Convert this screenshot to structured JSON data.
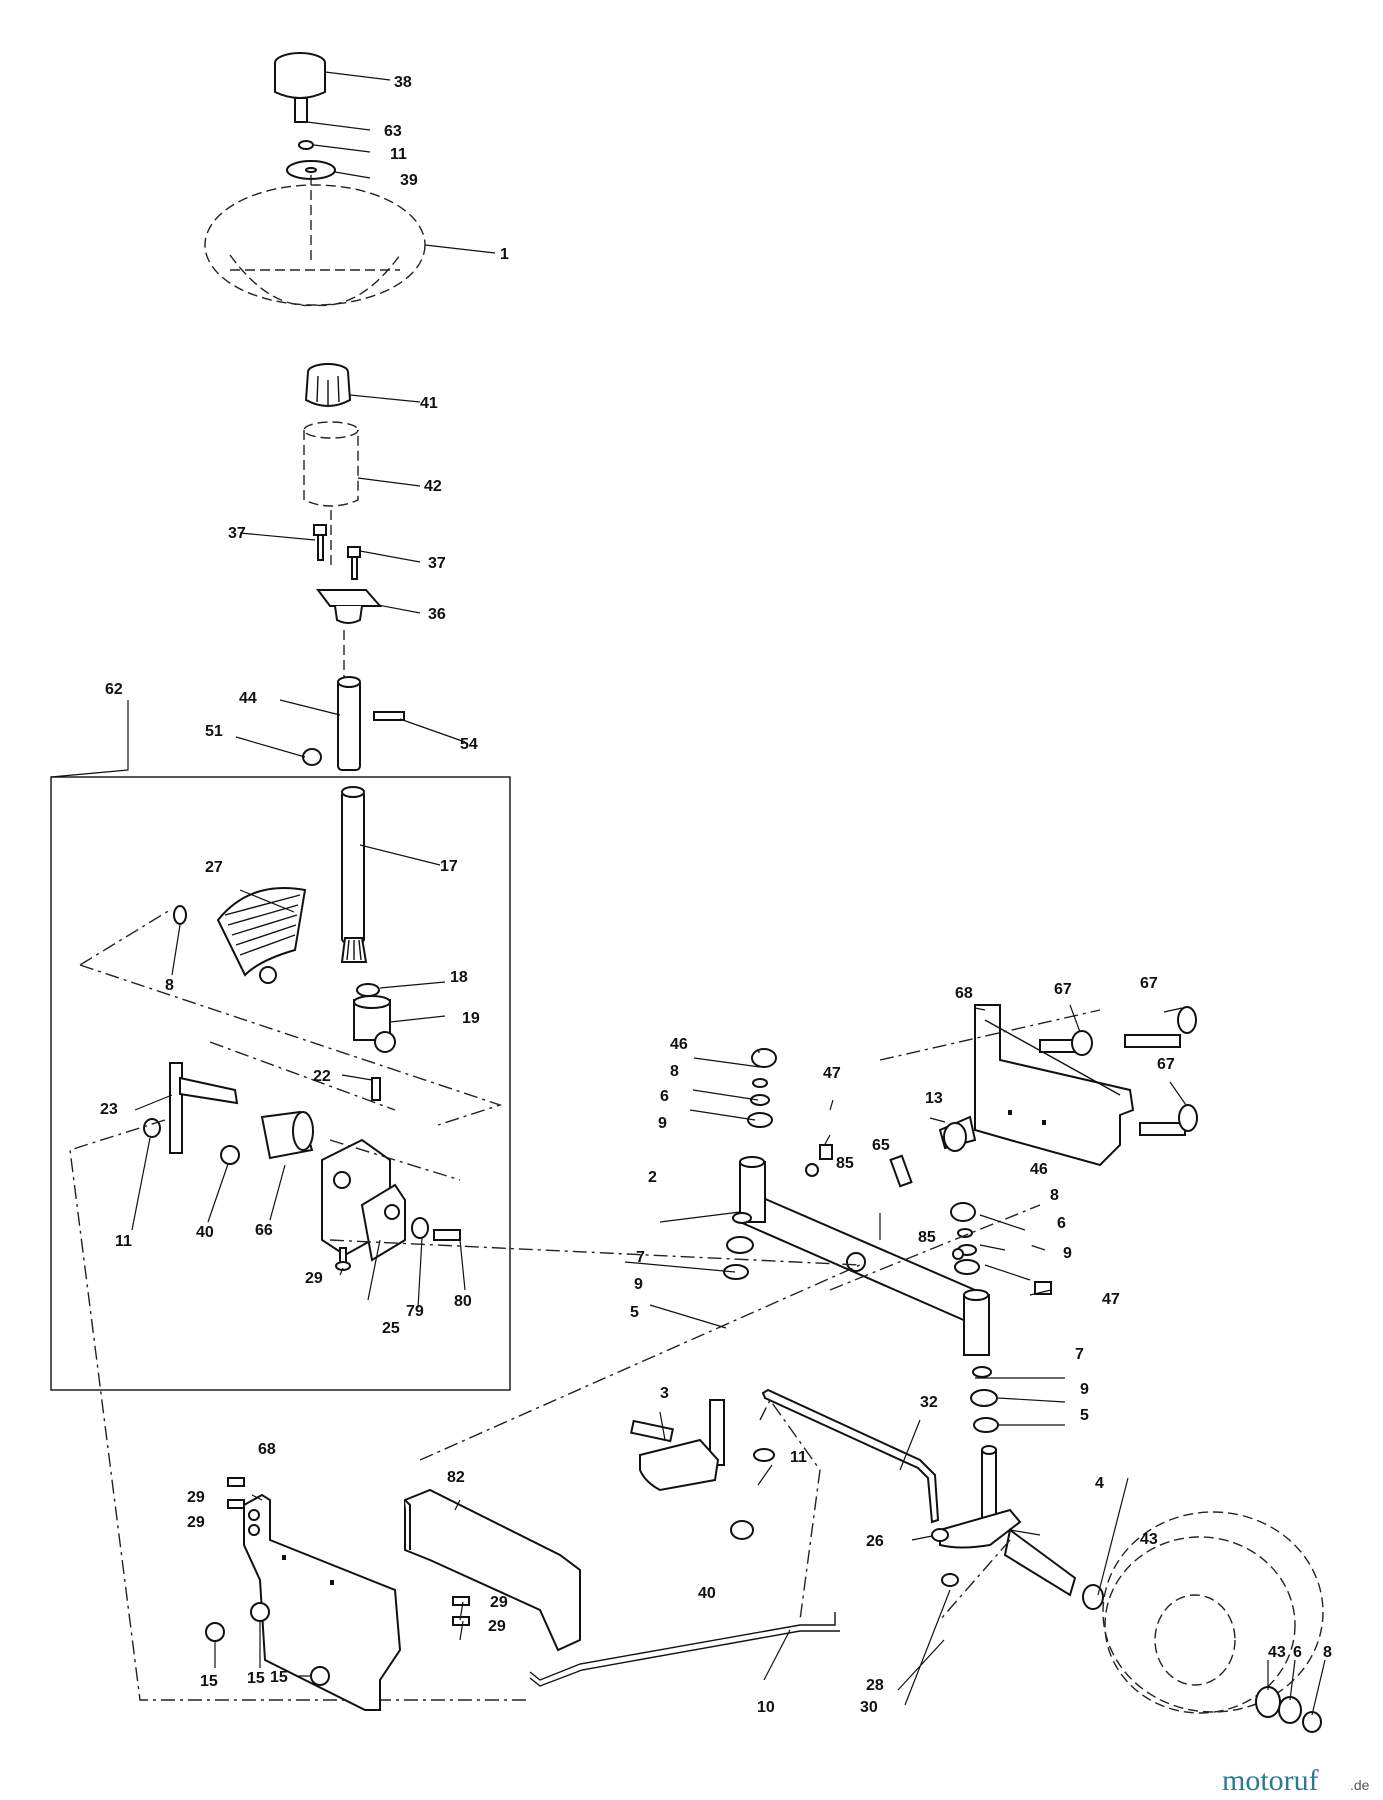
{
  "callouts": {
    "c38": "38",
    "c63": "63",
    "c11a": "11",
    "c39": "39",
    "c1": "1",
    "c41": "41",
    "c42": "42",
    "c37a": "37",
    "c37b": "37",
    "c36": "36",
    "c62": "62",
    "c44": "44",
    "c51": "51",
    "c54": "54",
    "c27": "27",
    "c17": "17",
    "c8a": "8",
    "c18": "18",
    "c19": "19",
    "c22": "22",
    "c23": "23",
    "c11b": "11",
    "c40a": "40",
    "c66": "66",
    "c29a": "29",
    "c25": "25",
    "c79": "79",
    "c80": "80",
    "c68a": "68",
    "c67a": "67",
    "c67b": "67",
    "c67c": "67",
    "c46a": "46",
    "c8b": "8",
    "c6a": "6",
    "c9a": "9",
    "c47a": "47",
    "c13": "13",
    "c65": "65",
    "c85a": "85",
    "c2": "2",
    "c46b": "46",
    "c8c": "8",
    "c6b": "6",
    "c85b": "85",
    "c9b": "9",
    "c7a": "7",
    "c9c": "9",
    "c5a": "5",
    "c47b": "47",
    "c7b": "7",
    "c9d": "9",
    "c5b": "5",
    "c3": "3",
    "c32": "32",
    "c11c": "11",
    "c4": "4",
    "c68b": "68",
    "c82": "82",
    "c29b": "29",
    "c29c": "29",
    "c26": "26",
    "c43a": "43",
    "c40b": "40",
    "c29d": "29",
    "c29e": "29",
    "c15a": "15",
    "c15b": "15",
    "c28": "28",
    "c43b": "43",
    "c6c": "6",
    "c8d": "8",
    "c15c": "15",
    "c10": "10",
    "c30": "30"
  },
  "watermark": {
    "text": "motoruf",
    "suffix": ".de"
  }
}
